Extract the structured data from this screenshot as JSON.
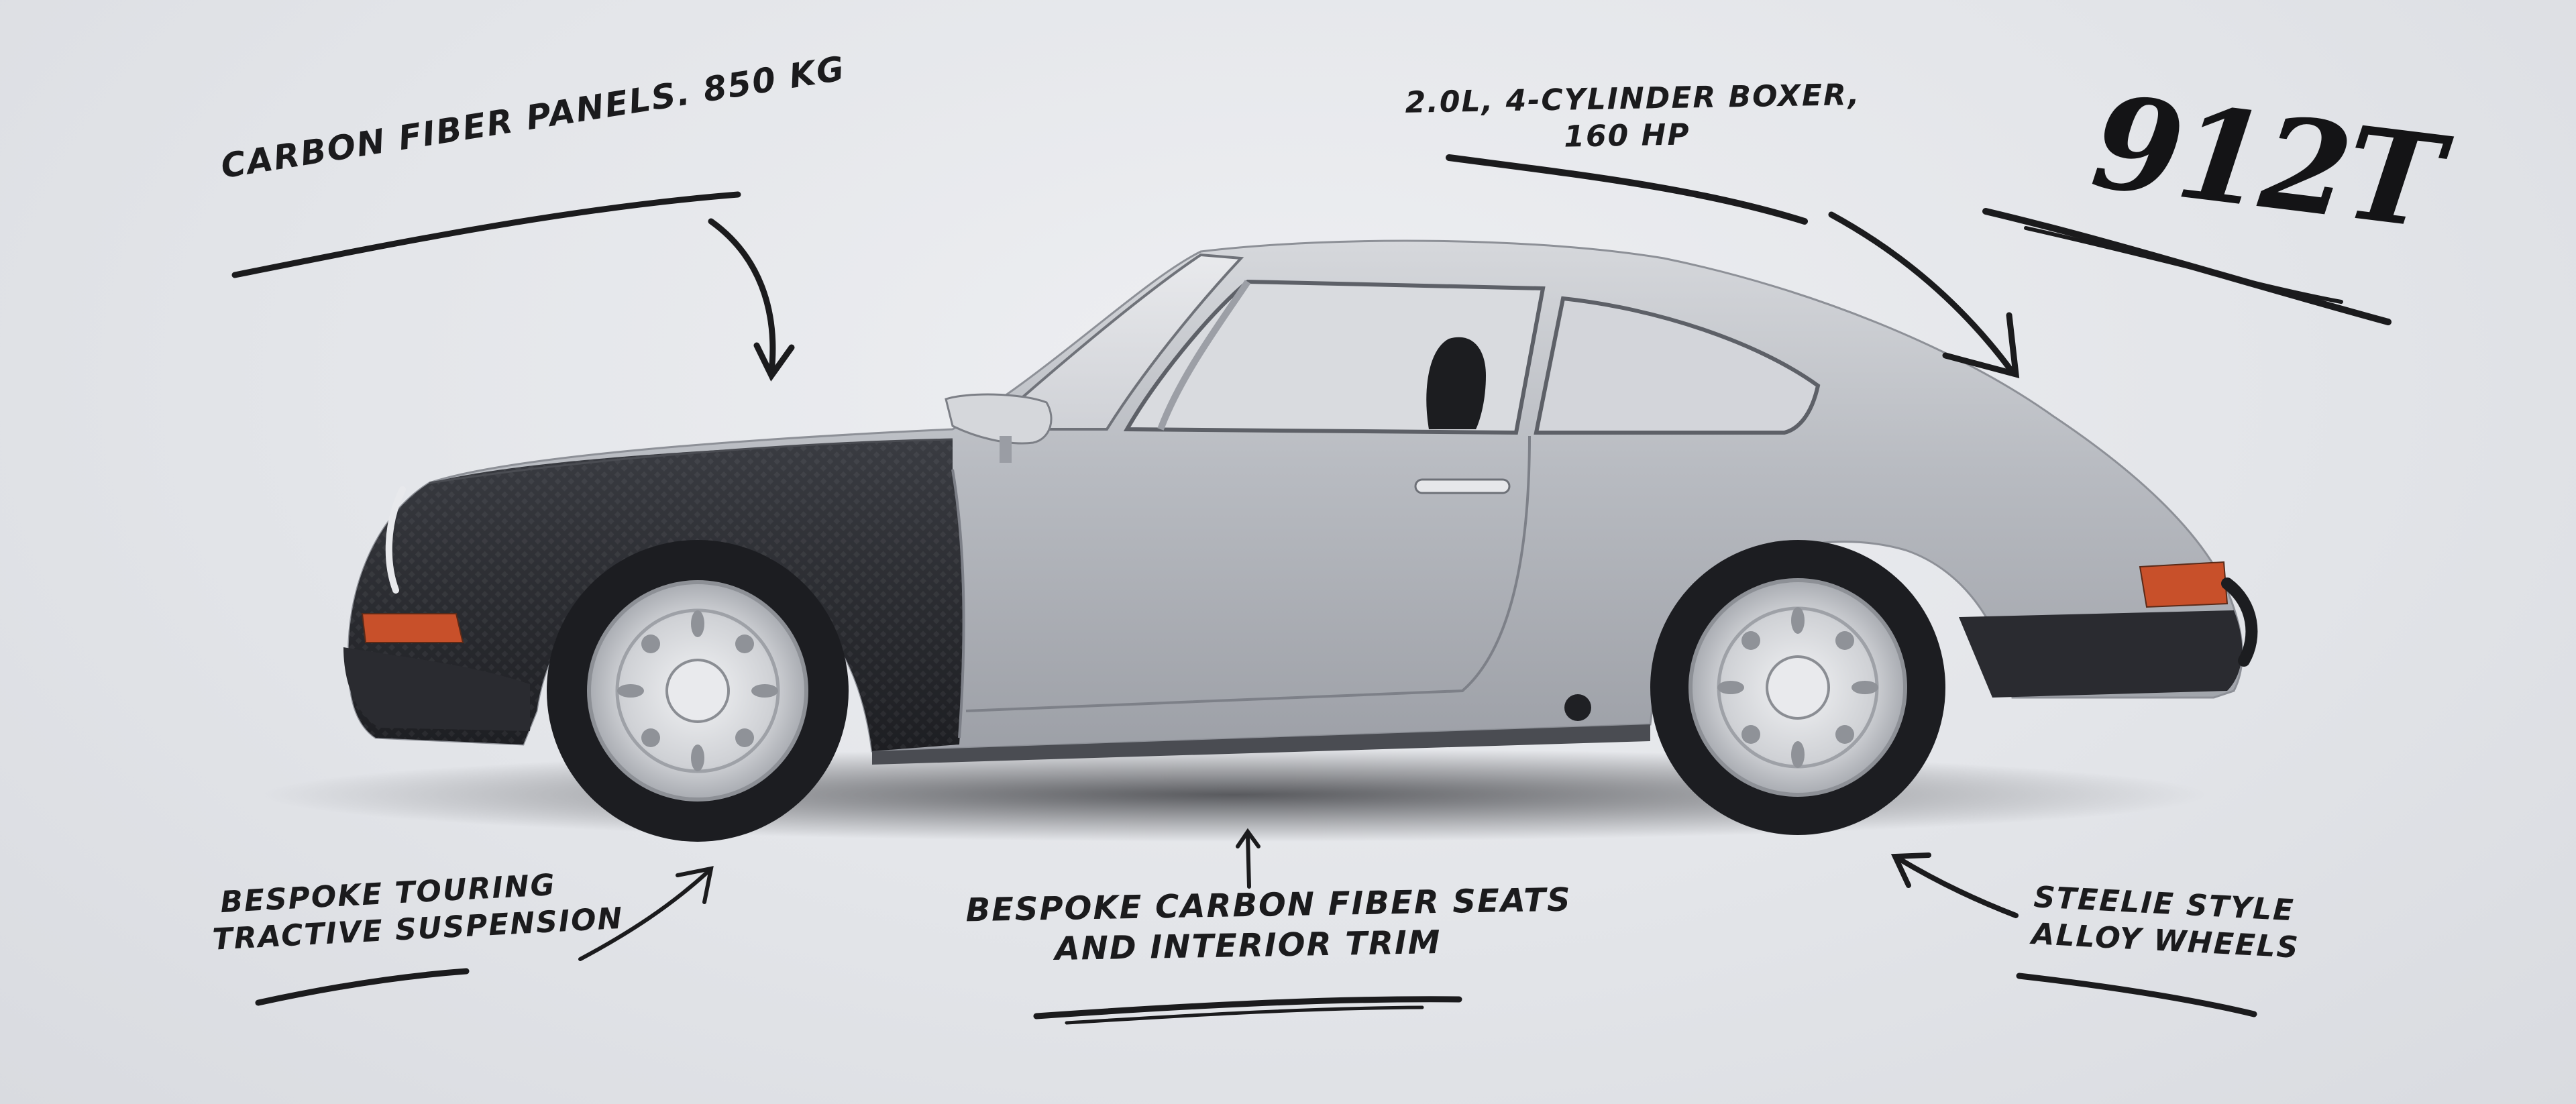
{
  "annotations": {
    "carbon_panels": {
      "text": "Carbon fiber panels. 850 kg"
    },
    "engine": {
      "line1": "2.0L, 4-cylinder boxer,",
      "line2": "160 HP"
    },
    "model_badge": {
      "text": "912T"
    },
    "suspension": {
      "line1": "Bespoke touring",
      "line2": "tractive suspension"
    },
    "interior": {
      "line1": "Bespoke carbon fiber seats",
      "line2": "and interior trim"
    },
    "wheels": {
      "line1": "Steelie style",
      "line2": "alloy wheels"
    }
  },
  "colors": {
    "background": "#e4e6ea",
    "ink": "#1b1b1d",
    "car_silver": "#b9bcc2",
    "carbon_dark": "#232428",
    "tail_light": "#c8502a"
  },
  "icons": {
    "arrows": [
      "curved-arrow-down-left",
      "curved-arrow-down-right",
      "arrow-up-right",
      "arrow-up",
      "arrow-left"
    ]
  }
}
